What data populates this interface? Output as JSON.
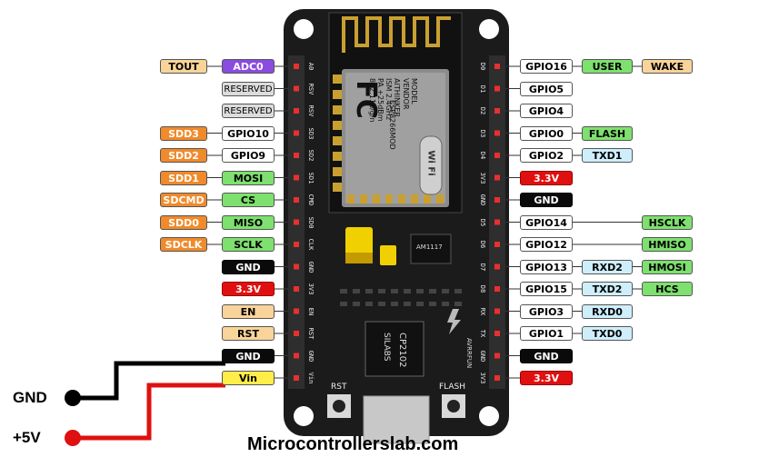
{
  "left_rows": [
    {
      "pin": "A0",
      "labels": [
        {
          "text": "TOUT",
          "style": "c-tan"
        },
        {
          "text": "ADC0",
          "style": "c-purple"
        }
      ]
    },
    {
      "pin": "RSV",
      "labels": [
        {
          "text": "RESERVED",
          "style": "c-gray"
        }
      ]
    },
    {
      "pin": "RSV",
      "labels": [
        {
          "text": "RESERVED",
          "style": "c-gray"
        }
      ]
    },
    {
      "pin": "SD3",
      "labels": [
        {
          "text": "SDD3",
          "style": "c-orange"
        },
        {
          "text": "GPIO10",
          "style": "c-white"
        }
      ]
    },
    {
      "pin": "SD2",
      "labels": [
        {
          "text": "SDD2",
          "style": "c-orange"
        },
        {
          "text": "GPIO9",
          "style": "c-white"
        }
      ]
    },
    {
      "pin": "SD1",
      "labels": [
        {
          "text": "SDD1",
          "style": "c-orange"
        },
        {
          "text": "MOSI",
          "style": "c-green"
        }
      ]
    },
    {
      "pin": "CMD",
      "labels": [
        {
          "text": "SDCMD",
          "style": "c-orange"
        },
        {
          "text": "CS",
          "style": "c-green"
        }
      ]
    },
    {
      "pin": "SD0",
      "labels": [
        {
          "text": "SDD0",
          "style": "c-orange"
        },
        {
          "text": "MISO",
          "style": "c-green"
        }
      ]
    },
    {
      "pin": "CLK",
      "labels": [
        {
          "text": "SDCLK",
          "style": "c-orange"
        },
        {
          "text": "SCLK",
          "style": "c-green"
        }
      ]
    },
    {
      "pin": "GND",
      "labels": [
        {
          "text": "GND",
          "style": "c-black"
        }
      ]
    },
    {
      "pin": "3V3",
      "labels": [
        {
          "text": "3.3V",
          "style": "c-red"
        }
      ]
    },
    {
      "pin": "EN",
      "labels": [
        {
          "text": "EN",
          "style": "c-tan"
        }
      ]
    },
    {
      "pin": "RST",
      "labels": [
        {
          "text": "RST",
          "style": "c-tan"
        }
      ]
    },
    {
      "pin": "GND",
      "labels": [
        {
          "text": "GND",
          "style": "c-black"
        }
      ]
    },
    {
      "pin": "Vin",
      "labels": [
        {
          "text": "Vin",
          "style": "c-yellow"
        }
      ]
    }
  ],
  "right_rows": [
    {
      "pin": "D0",
      "labels": [
        {
          "text": "GPIO16",
          "style": "c-white"
        },
        {
          "text": "USER",
          "style": "c-green"
        },
        {
          "text": "WAKE",
          "style": "c-tan"
        }
      ]
    },
    {
      "pin": "D1",
      "labels": [
        {
          "text": "GPIO5",
          "style": "c-white"
        }
      ]
    },
    {
      "pin": "D2",
      "labels": [
        {
          "text": "GPIO4",
          "style": "c-white"
        }
      ]
    },
    {
      "pin": "D3",
      "labels": [
        {
          "text": "GPIO0",
          "style": "c-white"
        },
        {
          "text": "FLASH",
          "style": "c-green"
        }
      ]
    },
    {
      "pin": "D4",
      "labels": [
        {
          "text": "GPIO2",
          "style": "c-white"
        },
        {
          "text": "TXD1",
          "style": "c-lblue"
        }
      ]
    },
    {
      "pin": "3V3",
      "labels": [
        {
          "text": "3.3V",
          "style": "c-red"
        }
      ]
    },
    {
      "pin": "GND",
      "labels": [
        {
          "text": "GND",
          "style": "c-black"
        }
      ]
    },
    {
      "pin": "D5",
      "labels": [
        {
          "text": "GPIO14",
          "style": "c-white"
        },
        {
          "text": "HSCLK",
          "style": "c-green"
        }
      ]
    },
    {
      "pin": "D6",
      "labels": [
        {
          "text": "GPIO12",
          "style": "c-white"
        },
        {
          "text": "HMISO",
          "style": "c-green"
        }
      ]
    },
    {
      "pin": "D7",
      "labels": [
        {
          "text": "GPIO13",
          "style": "c-white"
        },
        {
          "text": "RXD2",
          "style": "c-lblue"
        },
        {
          "text": "HMOSI",
          "style": "c-green"
        }
      ]
    },
    {
      "pin": "D8",
      "labels": [
        {
          "text": "GPIO15",
          "style": "c-white"
        },
        {
          "text": "TXD2",
          "style": "c-lblue"
        },
        {
          "text": "HCS",
          "style": "c-green"
        }
      ]
    },
    {
      "pin": "RX",
      "labels": [
        {
          "text": "GPIO3",
          "style": "c-white"
        },
        {
          "text": "RXD0",
          "style": "c-lblue"
        }
      ]
    },
    {
      "pin": "TX",
      "labels": [
        {
          "text": "GPIO1",
          "style": "c-white"
        },
        {
          "text": "TXD0",
          "style": "c-lblue"
        }
      ]
    },
    {
      "pin": "GND",
      "labels": [
        {
          "text": "GND",
          "style": "c-black"
        }
      ]
    },
    {
      "pin": "3V3",
      "labels": [
        {
          "text": "3.3V",
          "style": "c-red"
        }
      ]
    }
  ],
  "module": {
    "fc_mark": "FC",
    "model_lines": [
      "MODEL",
      "VENDOR",
      "AITHINKER",
      "ISM 2.4GHz",
      "PA +25dBm",
      "802.11b/g/n"
    ],
    "model_name": "ESP8266MOD",
    "wifi_mark": "Wi Fi"
  },
  "regulator": "AM1117",
  "usb_chip": [
    "SILABS",
    "CP2102"
  ],
  "maker": "AVRRFUN",
  "buttons": {
    "rst": "RST",
    "flash": "FLASH"
  },
  "power": {
    "gnd": "GND",
    "plus5v": "+5V"
  },
  "footer": "Microcontrollerslab.com",
  "colors": {
    "board": "#1b1b1b",
    "gnd_wire": "#000000",
    "vin_wire": "#e01010",
    "header": "#3a3a3a"
  }
}
